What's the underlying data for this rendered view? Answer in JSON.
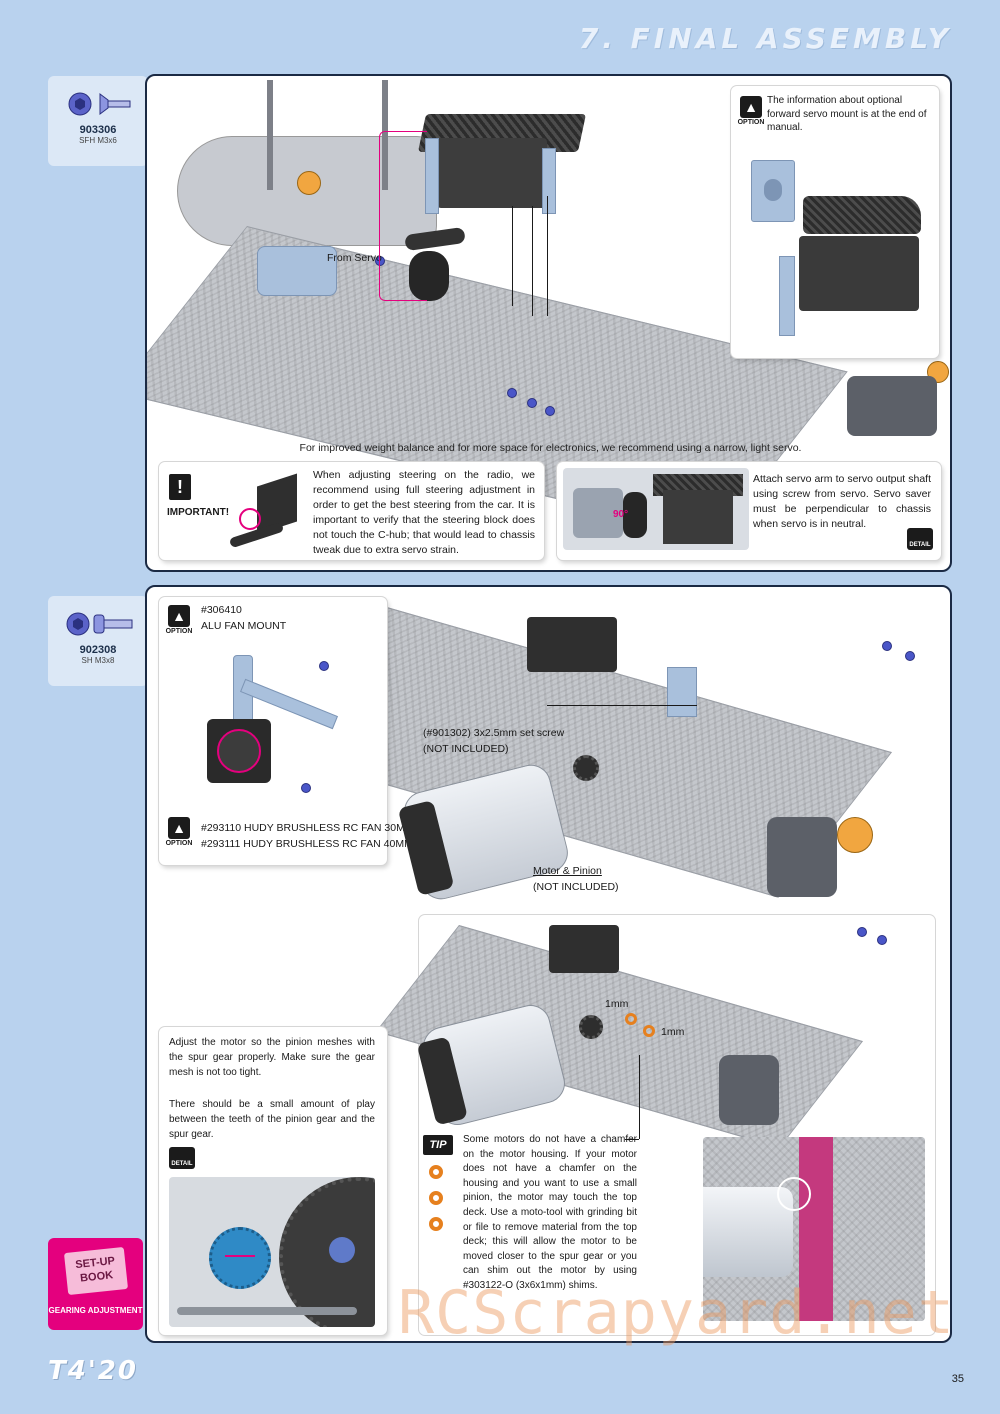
{
  "header": {
    "title": "7. FINAL ASSEMBLY"
  },
  "parts": [
    {
      "number": "903306",
      "desc": "SFH M3x6"
    },
    {
      "number": "902308",
      "desc": "SH M3x8"
    }
  ],
  "step1": {
    "option_note": "The information about optional forward servo mount is at the end of manual.",
    "option_label": "OPTION",
    "from_servo_label": "From Servo",
    "main_caption": "For improved weight balance and for more space for electronics, we recommend using a narrow, light servo.",
    "important_label": "IMPORTANT!",
    "important_text": "When adjusting steering on the radio, we recommend using full steering adjustment in order to get the best steering from the car. It is important to verify that the steering block does not touch the C-hub; that would lead to chassis tweak due to extra servo strain.",
    "servo_arm_text": "Attach servo arm to servo output shaft using screw from servo. Servo saver must be perpendicular to chassis when servo is in neutral.",
    "angle_label": "90°",
    "detail_label": "DETAIL"
  },
  "step2": {
    "fan_mount_number": "#306410",
    "fan_mount_name": "ALU FAN MOUNT",
    "fan_line1": "#293110 HUDY BRUSHLESS RC FAN 30MM",
    "fan_line2": "#293111 HUDY BRUSHLESS RC FAN 40MM",
    "option_label": "OPTION",
    "set_screw_line1": "(#901302) 3x2.5mm set screw",
    "set_screw_line2": "(NOT INCLUDED)",
    "motor_line1": "Motor & Pinion",
    "motor_line2": "(NOT INCLUDED)",
    "shim_label_1": "1mm",
    "shim_label_2": "1mm",
    "adjust_text_1": "Adjust the motor so the pinion meshes with the spur gear properly. Make sure the gear mesh is not too tight.",
    "adjust_text_2": "There should be a small amount of play between the teeth of the pinion gear and the spur gear.",
    "detail_label": "DETAIL",
    "tip_label": "TIP",
    "tip_text": "Some motors do not have a chamfer on the motor housing. If your motor does not have a chamfer on the housing and you want to use a small pinion, the motor may touch the top deck. Use a moto-tool with grinding bit or file to remove material from the top deck; this will allow the motor to be moved closer to the spur gear or you can shim out the motor by using #303122-O (3x6x1mm) shims."
  },
  "setup_badge": {
    "book": "SET-UP BOOK",
    "label": "GEARING ADJUSTMENT"
  },
  "footer": {
    "logo": "T4'20",
    "page": "35"
  },
  "watermark": "RCScrapyard.net",
  "colors": {
    "page_bg": "#b9d2ee",
    "accent": "#e4007e",
    "frame": "#1b2a44",
    "screw": "#4a56c8"
  }
}
